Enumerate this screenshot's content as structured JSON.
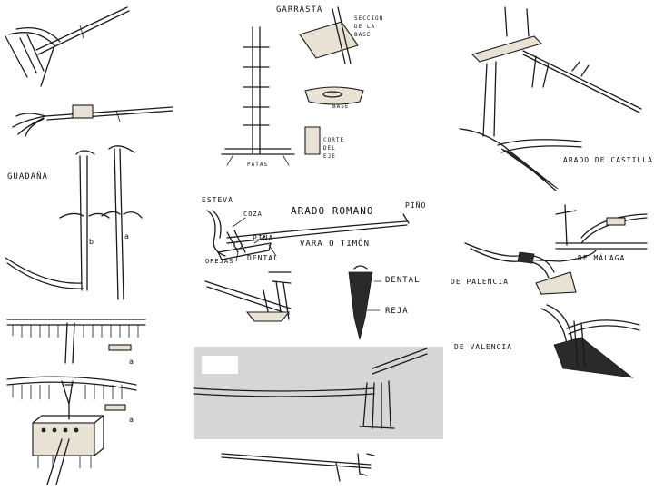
{
  "labels": {
    "guadana": "GUADAÑA",
    "b": "b",
    "a1": "a",
    "a2": "a",
    "a3": "a",
    "garrasta": "GARRASTA",
    "seccion_base": "SECCION DE LA BASE",
    "base": "BASE",
    "corte_eje": "CORTE DEL EJE",
    "patas": "PATAS",
    "esteva": "ESTEVA",
    "coza": "COZA",
    "pina": "PIÑA",
    "orejas": "OREJAS",
    "dental": "DENTAL",
    "arado_romano": "ARADO ROMANO",
    "vara_timon": "VARA O TIMÓN",
    "pino": "PIÑO",
    "dental2": "DENTAL",
    "reja": "REJA",
    "arado_castilla": "ARADO DE CASTILLA",
    "de_malaga": "DE MÁLAGA",
    "de_palencia": "DE PALENCIA",
    "de_valencia": "DE VALENCIA"
  },
  "colors": {
    "ink": "#1a1a1a",
    "paper": "#ffffff",
    "photo_grey": "#c9c9c9"
  }
}
